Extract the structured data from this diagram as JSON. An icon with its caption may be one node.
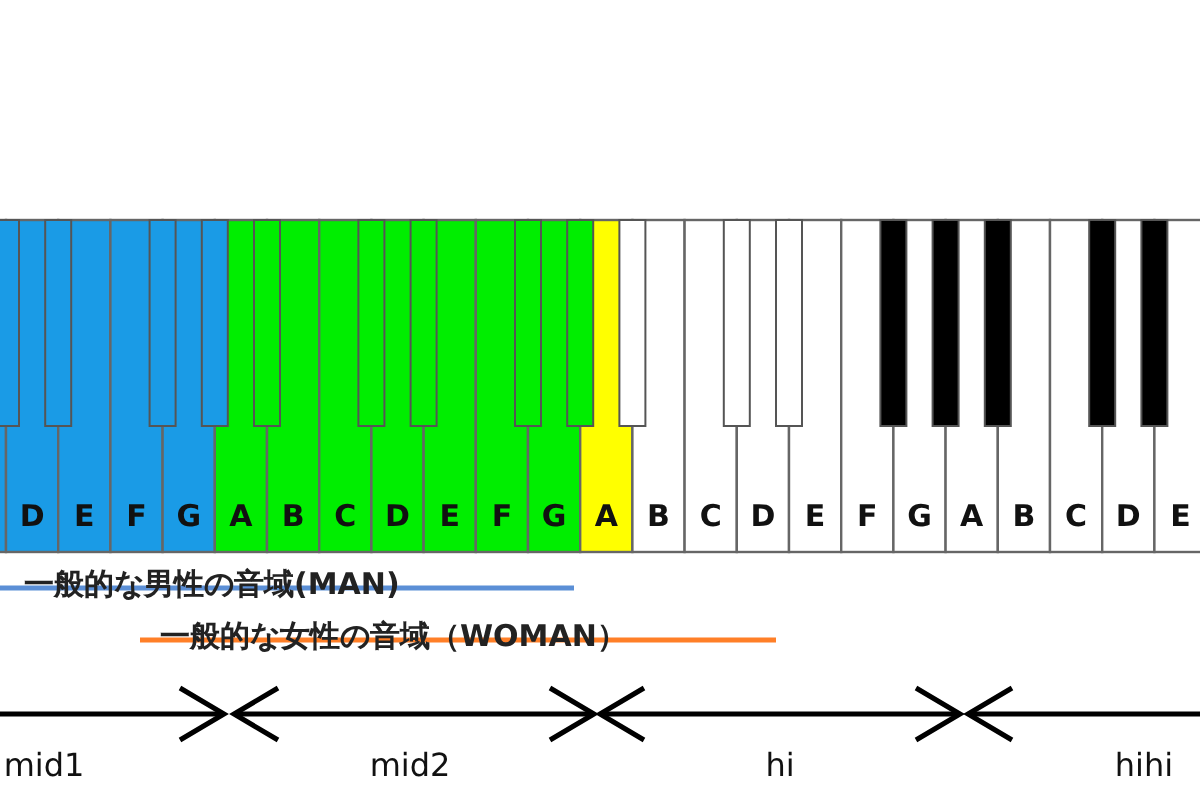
{
  "diagram": {
    "labels": [
      "D",
      "E",
      "F",
      "G",
      "A",
      "B",
      "C",
      "D",
      "E",
      "F",
      "G",
      "A",
      "B",
      "C",
      "D",
      "E",
      "F",
      "G",
      "A",
      "B",
      "C",
      "D",
      "E",
      "一般的な男性の音域(MAN)",
      "一般的な女性の音域（WOMAN）",
      "mid1",
      "mid2",
      "hi",
      "hihi"
    ]
  }
}
